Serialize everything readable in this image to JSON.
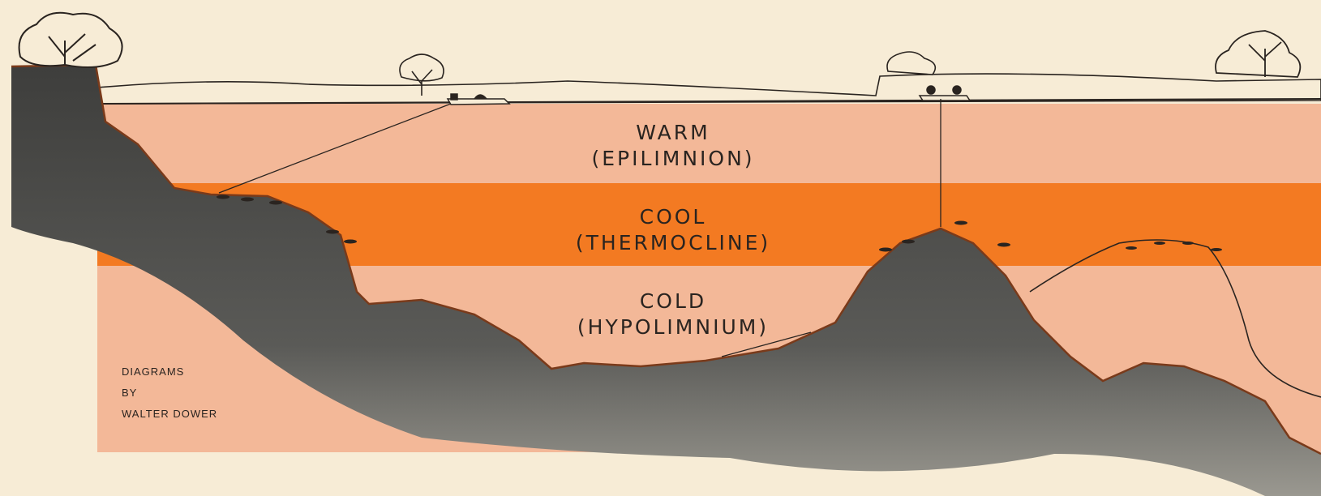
{
  "layers": [
    {
      "name": "WARM",
      "term": "(EPILIMNION)",
      "color": "#f3b898"
    },
    {
      "name": "COOL",
      "term": "(THERMOCLINE)",
      "color": "#f37a22"
    },
    {
      "name": "COLD",
      "term": "(HYPOLIMNIUM)",
      "color": "#f3b898"
    }
  ],
  "credit": {
    "line1": "DIAGRAMS",
    "line2": "BY",
    "line3": "WALTER DOWER"
  },
  "colors": {
    "paper": "#f7ecd6",
    "rock": "#4a4a48",
    "ink": "#2a2420"
  },
  "icons": [
    "tree-icon",
    "boat-icon",
    "fish-icon",
    "fishing-line"
  ]
}
